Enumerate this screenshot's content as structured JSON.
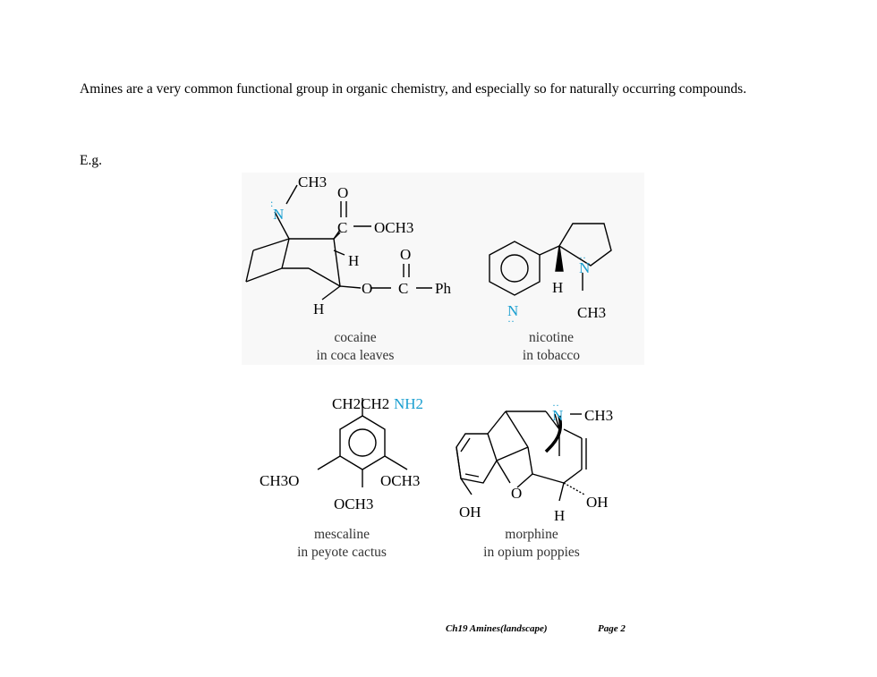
{
  "intro_text": "Amines are a very common functional group in organic chemistry, and especially so for naturally occurring compounds.",
  "eg_label": "E.g.",
  "molecules": {
    "cocaine": {
      "name": "cocaine",
      "source": "in coca leaves",
      "labels": {
        "ch3": "CH3",
        "n": "N",
        "o_top": "O",
        "c_ester": "C",
        "och3": "OCH3",
        "h_bridge": "H",
        "o_carbonyl2": "O",
        "o_ester": "O",
        "c_benzoyl": "C",
        "ph": "Ph",
        "h_bottom": "H"
      }
    },
    "nicotine": {
      "name": "nicotine",
      "source": "in tobacco",
      "labels": {
        "n_pyrrolidine": "N",
        "h": "H",
        "ch3": "CH3",
        "n_pyridine": "N"
      }
    },
    "mescaline": {
      "name": "mescaline",
      "source": "in peyote cactus",
      "labels": {
        "side_chain": "CH2CH2",
        "nh2": "NH2",
        "ch3o_left": "CH3O",
        "och3_right": "OCH3",
        "och3_bottom": "OCH3"
      }
    },
    "morphine": {
      "name": "morphine",
      "source": "in opium poppies",
      "labels": {
        "n": "N",
        "ch3": "CH3",
        "o_bridge": "O",
        "oh_left": "OH",
        "oh_right": "OH",
        "h": "H"
      }
    }
  },
  "colors": {
    "nitrogen": "#1a9fd0",
    "text": "#000000",
    "caption": "#333333"
  },
  "footer": {
    "chapter": "Ch19 Amines(landscape)",
    "page": "Page 2"
  }
}
